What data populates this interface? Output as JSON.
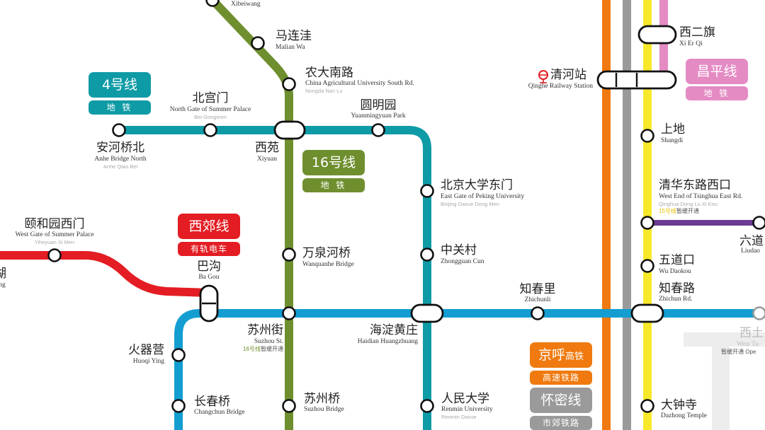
{
  "colors": {
    "line4": "#0f9ba6",
    "line16": "#6f8f2f",
    "line10": "#139dd1",
    "xijiao": "#e31d23",
    "changping": "#e48bc4",
    "jinghu": "#f07a0f",
    "huaimi": "#9a9a9a",
    "line13": "#f7e92a",
    "line15": "#6b3a93"
  },
  "badges": {
    "line4": {
      "title": "4号线",
      "subtitle": "地 铁"
    },
    "line16": {
      "title": "16号线",
      "subtitle": "地 铁"
    },
    "xijiao": {
      "title": "西郊线",
      "subtitle": "有轨电车"
    },
    "changping": {
      "title": "昌平线",
      "subtitle": "地 铁"
    },
    "jinghu": {
      "title": "京呼",
      "title_small": "高铁",
      "subtitle": "高速铁路"
    },
    "huaimi": {
      "title": "怀密线",
      "subtitle": "市郊铁路"
    }
  },
  "stations": {
    "xibeiwang": {
      "en": "Xibeiwang"
    },
    "malianwa": {
      "cn": "马连洼",
      "en": "Malian Wa"
    },
    "nongdananlu": {
      "cn": "农大南路",
      "en": "China Agricultural University South Rd.",
      "py": "Nongda Nan Lu"
    },
    "xierqi": {
      "cn": "西二旗",
      "en": "Xi Er Qi"
    },
    "qinghe": {
      "cn": "清河站",
      "en": "Qinghe Railway Station"
    },
    "beigongmen": {
      "cn": "北宫门",
      "en": "North Gate of Summer Palace",
      "py": "Bei Gongmen"
    },
    "yuanmingyuan": {
      "cn": "圆明园",
      "en": "Yuanmingyuan Park"
    },
    "anheqiaobei": {
      "cn": "安河桥北",
      "en": "Anhe Bridge North",
      "py": "Anhe Qiao Bei"
    },
    "xiyuan": {
      "cn": "西苑",
      "en": "Xiyuan"
    },
    "shangdi": {
      "cn": "上地",
      "en": "Shangdi"
    },
    "pkueast": {
      "cn": "北京大学东门",
      "en": "East Gate of Peking University",
      "py": "Beijing Daxue Dong Men"
    },
    "qinghuadonglu": {
      "cn": "清华东路西口",
      "en": "West End of Tsinghua East Rd.",
      "py": "Qinghua Dong Lu Xi Kou",
      "note_line": "15号线",
      "note_text": "暂缓开通"
    },
    "yiheyuanximen": {
      "cn": "颐和园西门",
      "en": "West Gate of Summer Palace",
      "py": "Yiheyuan Xi Men"
    },
    "liudaokou": {
      "cn": "六道",
      "en": "Liudao"
    },
    "wanquanhe": {
      "cn": "万泉河桥",
      "en": "Wanquanhe Bridge"
    },
    "zhongguancun": {
      "cn": "中关村",
      "en": "Zhongguan Cun"
    },
    "bagou": {
      "cn": "巴沟",
      "en": "Ba Gou"
    },
    "wudaokou": {
      "cn": "五道口",
      "en": "Wu Daokou"
    },
    "zhichunli": {
      "cn": "知春里",
      "en": "Zhichunli"
    },
    "zhichunlu": {
      "cn": "知春路",
      "en": "Zhichun Rd."
    },
    "suzhoujie": {
      "cn": "苏州街",
      "en": "Suzhou St.",
      "note_line": "16号线",
      "note_text": "暂缓开通"
    },
    "haidianhuangzhuang": {
      "cn": "海淀黄庄",
      "en": "Haidian Huangzhuang"
    },
    "huoqiying": {
      "cn": "火器营",
      "en": "Huoqi Ying"
    },
    "xitucheng": {
      "cn": "西土",
      "en": "West Tu",
      "note": "暂缓开通 Ope"
    },
    "changchunqiao": {
      "cn": "长春桥",
      "en": "Changchun Bridge"
    },
    "suzhouqiao": {
      "cn": "苏州桥",
      "en": "Suzhou Bridge"
    },
    "renda": {
      "cn": "人民大学",
      "en": "Renmin University",
      "py": "Renmin Daxue"
    },
    "dazhongsi": {
      "cn": "大钟寺",
      "en": "Dazhong Temple"
    },
    "left_cut": {
      "cn": "湖",
      "en": "eng"
    }
  },
  "icons": {
    "rail_station": "rail-station-icon"
  }
}
